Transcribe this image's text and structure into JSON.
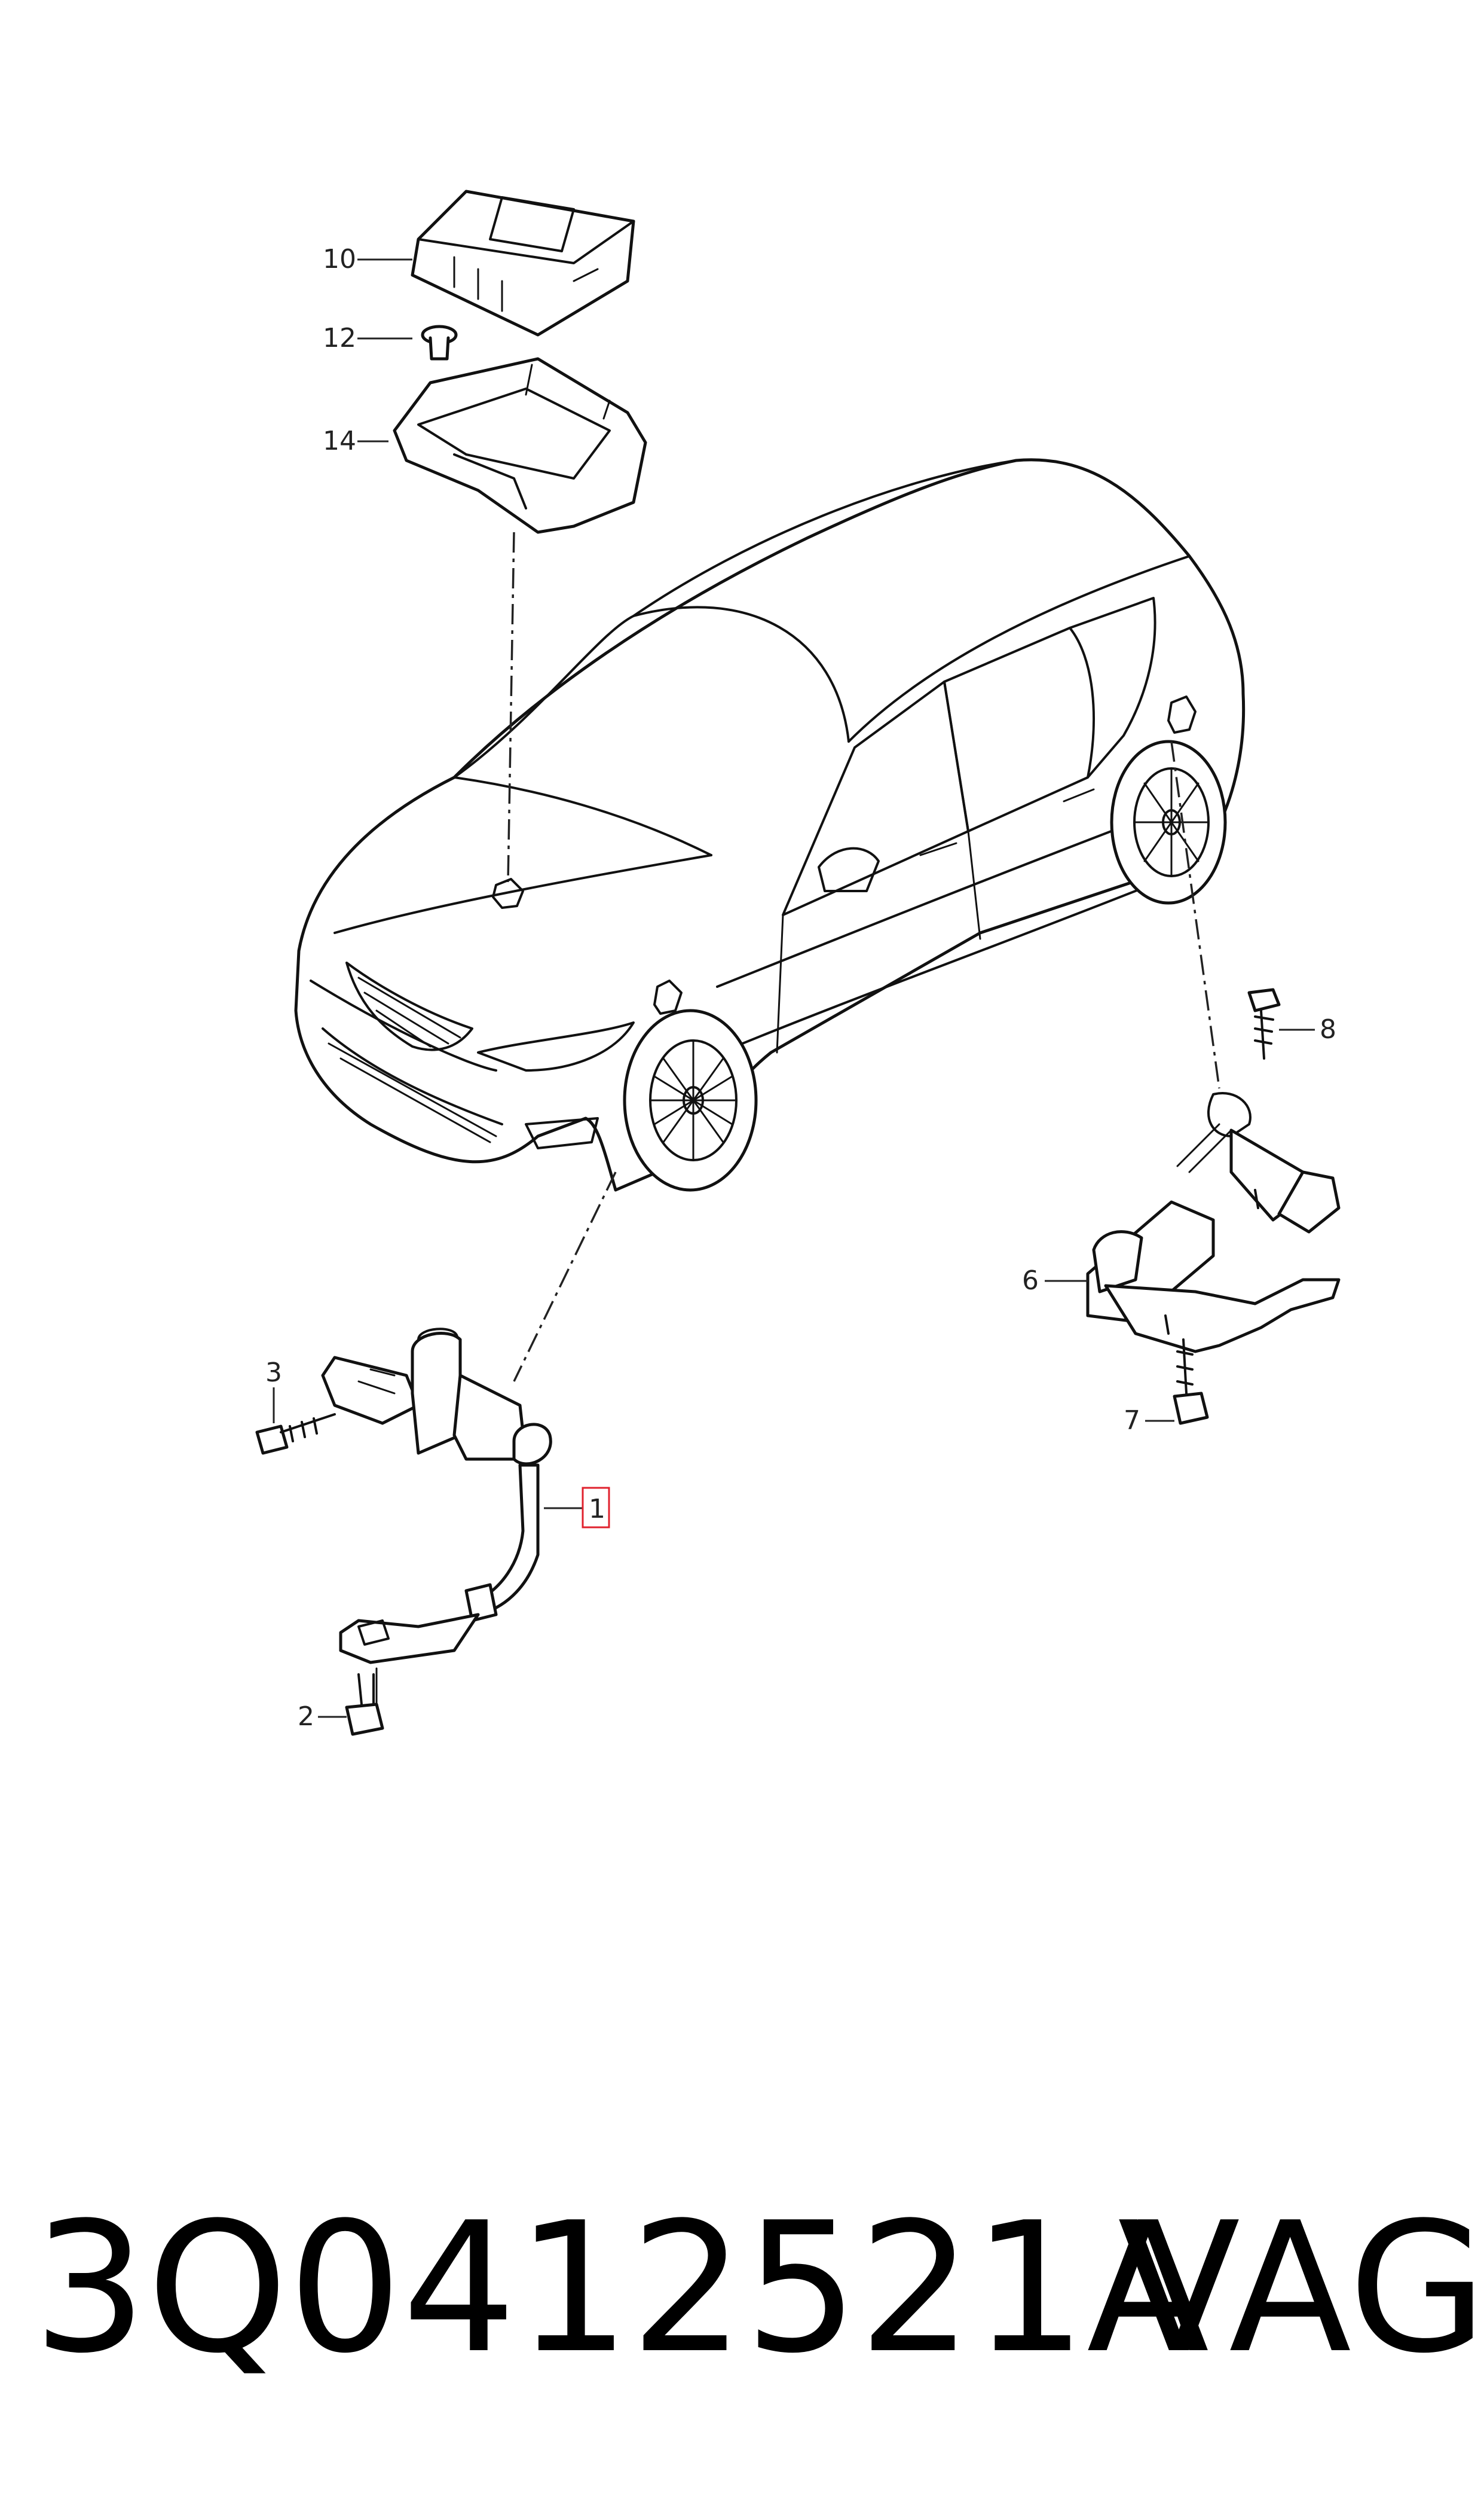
{
  "callouts": {
    "c10": "10",
    "c12": "12",
    "c14": "14",
    "c8": "8",
    "c6": "6",
    "c7": "7",
    "c3": "3",
    "c1": "1",
    "c2": "2"
  },
  "caption": {
    "part_number": "3Q0412521A",
    "brand": "VAG"
  },
  "highlight_color": "#e0212d"
}
